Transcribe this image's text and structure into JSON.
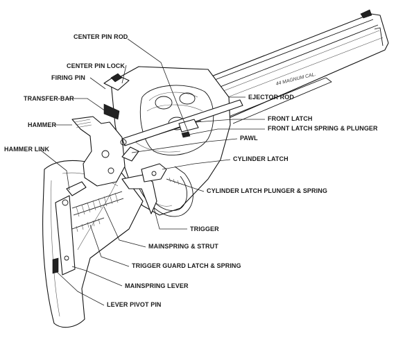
{
  "labels": {
    "center_pin_rod": "CENTER PIN ROD",
    "center_pin_lock": "CENTER PIN LOCK",
    "firing_pin": "FIRING PIN",
    "transfer_bar": "TRANSFER-BAR",
    "hammer": "HAMMER",
    "hammer_link": "HAMMER LINK",
    "ejector_rod": "EJECTOR ROD",
    "front_latch": "FRONT LATCH",
    "front_latch_spring_plunger": "FRONT LATCH  SPRING  & PLUNGER",
    "pawl": "PAWL",
    "cylinder_latch": "CYLINDER LATCH",
    "cylinder_latch_plunger_spring": "CYLINDER LATCH PLUNGER & SPRING",
    "trigger": "TRIGGER",
    "mainspring_strut": "MAINSPRING & STRUT",
    "trigger_guard_latch_spring": "TRIGGER GUARD LATCH & SPRING",
    "mainspring_lever": "MAINSPRING LEVER",
    "lever_pivot_pin": "LEVER PIVOT PIN"
  },
  "barrel_engraving": "44 MAGNUM CAL."
}
